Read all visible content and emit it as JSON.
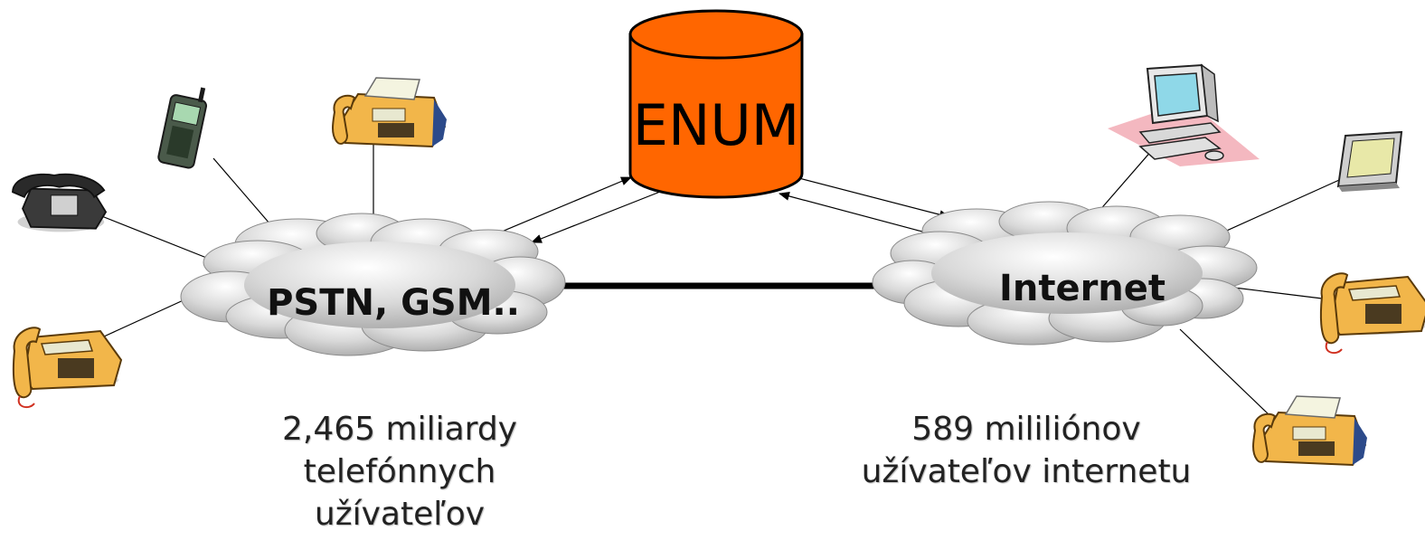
{
  "enum": {
    "label": "ENUM"
  },
  "clouds": {
    "pstn": {
      "label": "PSTN, GSM.."
    },
    "internet": {
      "label": "Internet"
    }
  },
  "captions": {
    "left": [
      "2,465 miliardy",
      "telefónnych",
      "užívateľov"
    ],
    "right": [
      "589 mililiónov",
      "užívateľov internetu"
    ]
  },
  "devices": {
    "left": [
      "desk-phone",
      "mobile-phone",
      "fax-machine",
      "desk-phone"
    ],
    "right": [
      "desktop-computer",
      "pda",
      "desk-phone",
      "fax-machine"
    ]
  },
  "colors": {
    "enum_fill": "#ff6600",
    "cloud_fill": "#c8c8c8",
    "device_body": "#f2b64a"
  }
}
